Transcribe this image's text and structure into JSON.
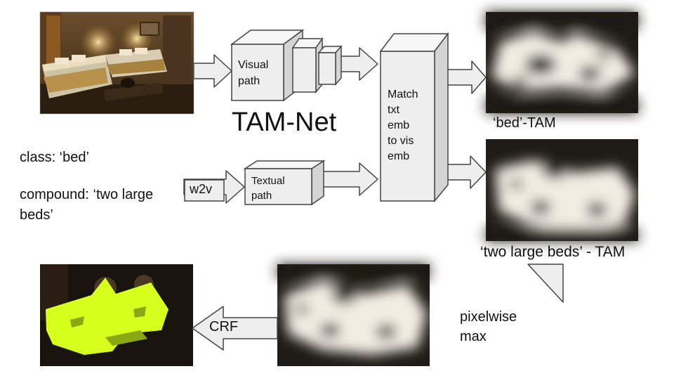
{
  "title": "TAM-Net",
  "inputs": {
    "class_label": "class: ‘bed’",
    "compound_line1": "compound: ‘two large",
    "compound_line2": "beds’"
  },
  "blocks": {
    "visual_line1": "Visual",
    "visual_line2": "path",
    "textual_line1": "Textual",
    "textual_line2": "path",
    "w2v": "w2v",
    "match_lines": [
      "Match",
      "txt",
      "emb",
      "to vis",
      "emb"
    ]
  },
  "outputs": {
    "bed_tam": "‘bed’-TAM",
    "compound_tam": "‘two large beds’ - TAM",
    "pixelwise_line1": "pixelwise",
    "pixelwise_line2": "max",
    "crf": "CRF"
  },
  "colors": {
    "block_fill": "#eeeeee",
    "block_side": "#d4d4d4",
    "block_top": "#f7f7f7",
    "stroke": "#444444",
    "segmentation": "#d7ff1e",
    "heatmap_dark": "#1f1b17",
    "heatmap_light": "#f2ede4"
  }
}
